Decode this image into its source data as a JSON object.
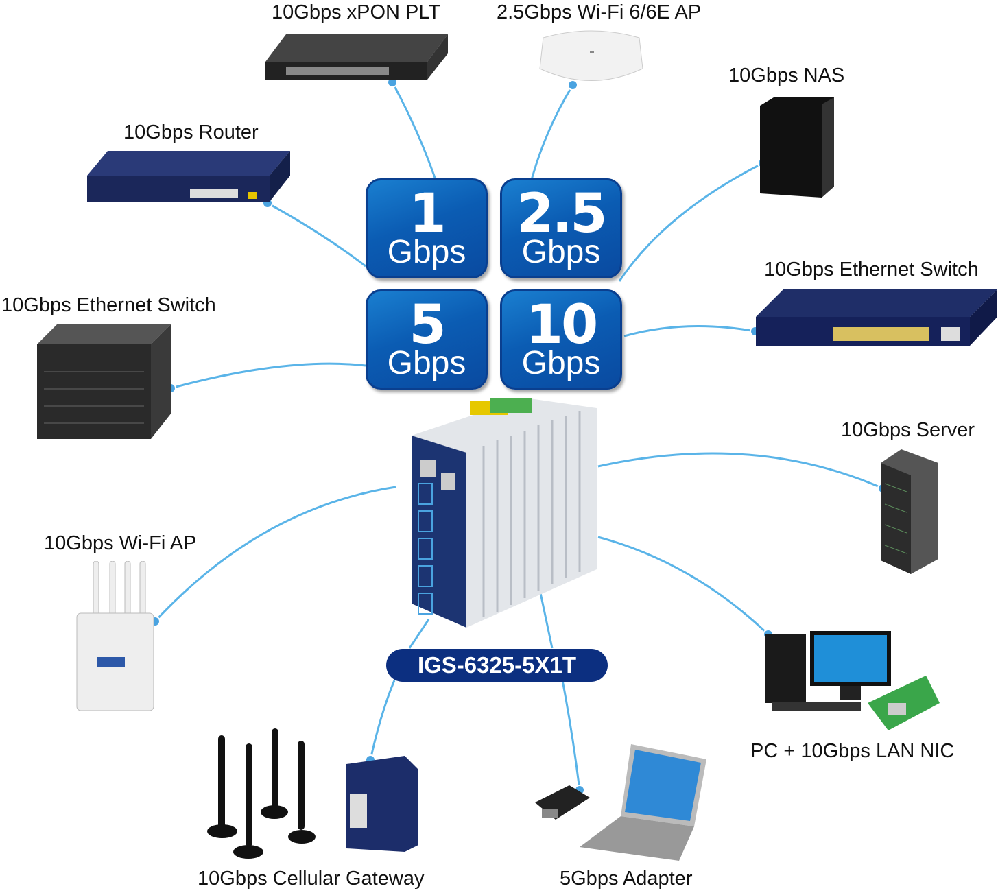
{
  "center_device": {
    "model": "IGS-6325-5X1T"
  },
  "speed_tiles": [
    {
      "value": "1",
      "unit": "Gbps"
    },
    {
      "value": "2.5",
      "unit": "Gbps"
    },
    {
      "value": "5",
      "unit": "Gbps"
    },
    {
      "value": "10",
      "unit": "Gbps"
    }
  ],
  "devices": {
    "xpon": "10Gbps xPON PLT",
    "wifi6_ap": "2.5Gbps Wi-Fi 6/6E AP",
    "nas": "10Gbps NAS",
    "router": "10Gbps Router",
    "switch_right": "10Gbps Ethernet Switch",
    "switch_left": "10Gbps Ethernet Switch",
    "server": "10Gbps Server",
    "wifi_ap": "10Gbps Wi-Fi AP",
    "pc_nic": "PC + 10Gbps LAN NIC",
    "cellular": "10Gbps Cellular Gateway",
    "adapter": "5Gbps Adapter"
  },
  "colors": {
    "tile": "#0b5cb3",
    "model_badge": "#0c2f80",
    "link": "#5ab4e8"
  }
}
